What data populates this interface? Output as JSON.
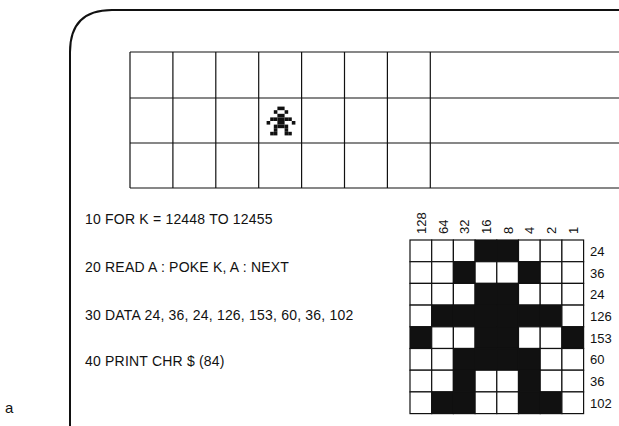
{
  "diagram": {
    "labels": [
      "10 FOR K = 12448 TO 12455",
      "20 READ A : POKE K, A : NEXT",
      "30 DATA 24, 36, 24, 126, 153, 60, 36, 102",
      "40 PRINT CHR $ (84)",
      "128",
      "64",
      "32",
      "16",
      "8",
      "4",
      "2",
      "1",
      "24",
      "36",
      "24",
      "126",
      "153",
      "60",
      "36",
      "102",
      "a"
    ]
  }
}
